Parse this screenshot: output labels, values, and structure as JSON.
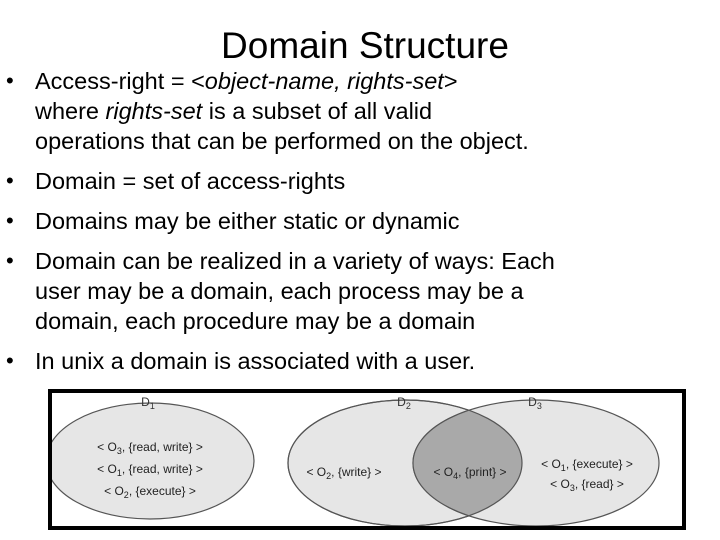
{
  "title": "Domain Structure",
  "bullets": [
    {
      "lines": [
        [
          {
            "text": "Access-right = <",
            "italic": false
          },
          {
            "text": "object-name, rights-set",
            "italic": true
          },
          {
            "text": ">",
            "italic": false
          }
        ],
        [
          {
            "text": "where ",
            "italic": false
          },
          {
            "text": "rights-set",
            "italic": true
          },
          {
            "text": " is a subset of all valid",
            "italic": false
          }
        ],
        [
          {
            "text": "operations that can be performed on the object.",
            "italic": false
          }
        ]
      ]
    },
    {
      "lines": [
        [
          {
            "text": "Domain = set of access-rights",
            "italic": false
          }
        ]
      ]
    },
    {
      "lines": [
        [
          {
            "text": "Domains may be either static or dynamic",
            "italic": false
          }
        ]
      ]
    },
    {
      "lines": [
        [
          {
            "text": "Domain can be realized in a variety of ways: Each",
            "italic": false
          }
        ],
        [
          {
            "text": "user may be a domain, each process may be a",
            "italic": false
          }
        ],
        [
          {
            "text": "domain, each procedure may be a domain",
            "italic": false
          }
        ]
      ]
    },
    {
      "lines": [
        [
          {
            "text": "In unix a domain is associated with a user.",
            "italic": false
          }
        ]
      ]
    }
  ],
  "figure": {
    "domains": [
      {
        "id": "d1",
        "name": "D",
        "sub": "1",
        "entries": [
          {
            "obj": "O",
            "sub": "3",
            "rights": "{read, write}"
          },
          {
            "obj": "O",
            "sub": "1",
            "rights": "{read, write}"
          },
          {
            "obj": "O",
            "sub": "2",
            "rights": "{execute}"
          }
        ]
      },
      {
        "id": "d2",
        "name": "D",
        "sub": "2",
        "entries": [
          {
            "obj": "O",
            "sub": "2",
            "rights": "{write}"
          }
        ]
      },
      {
        "id": "d3",
        "name": "D",
        "sub": "3",
        "entries": [
          {
            "obj": "O",
            "sub": "1",
            "rights": "{execute}"
          },
          {
            "obj": "O",
            "sub": "3",
            "rights": "{read}"
          }
        ]
      }
    ],
    "shared": [
      {
        "obj": "O",
        "sub": "4",
        "rights": "{print}"
      }
    ]
  }
}
